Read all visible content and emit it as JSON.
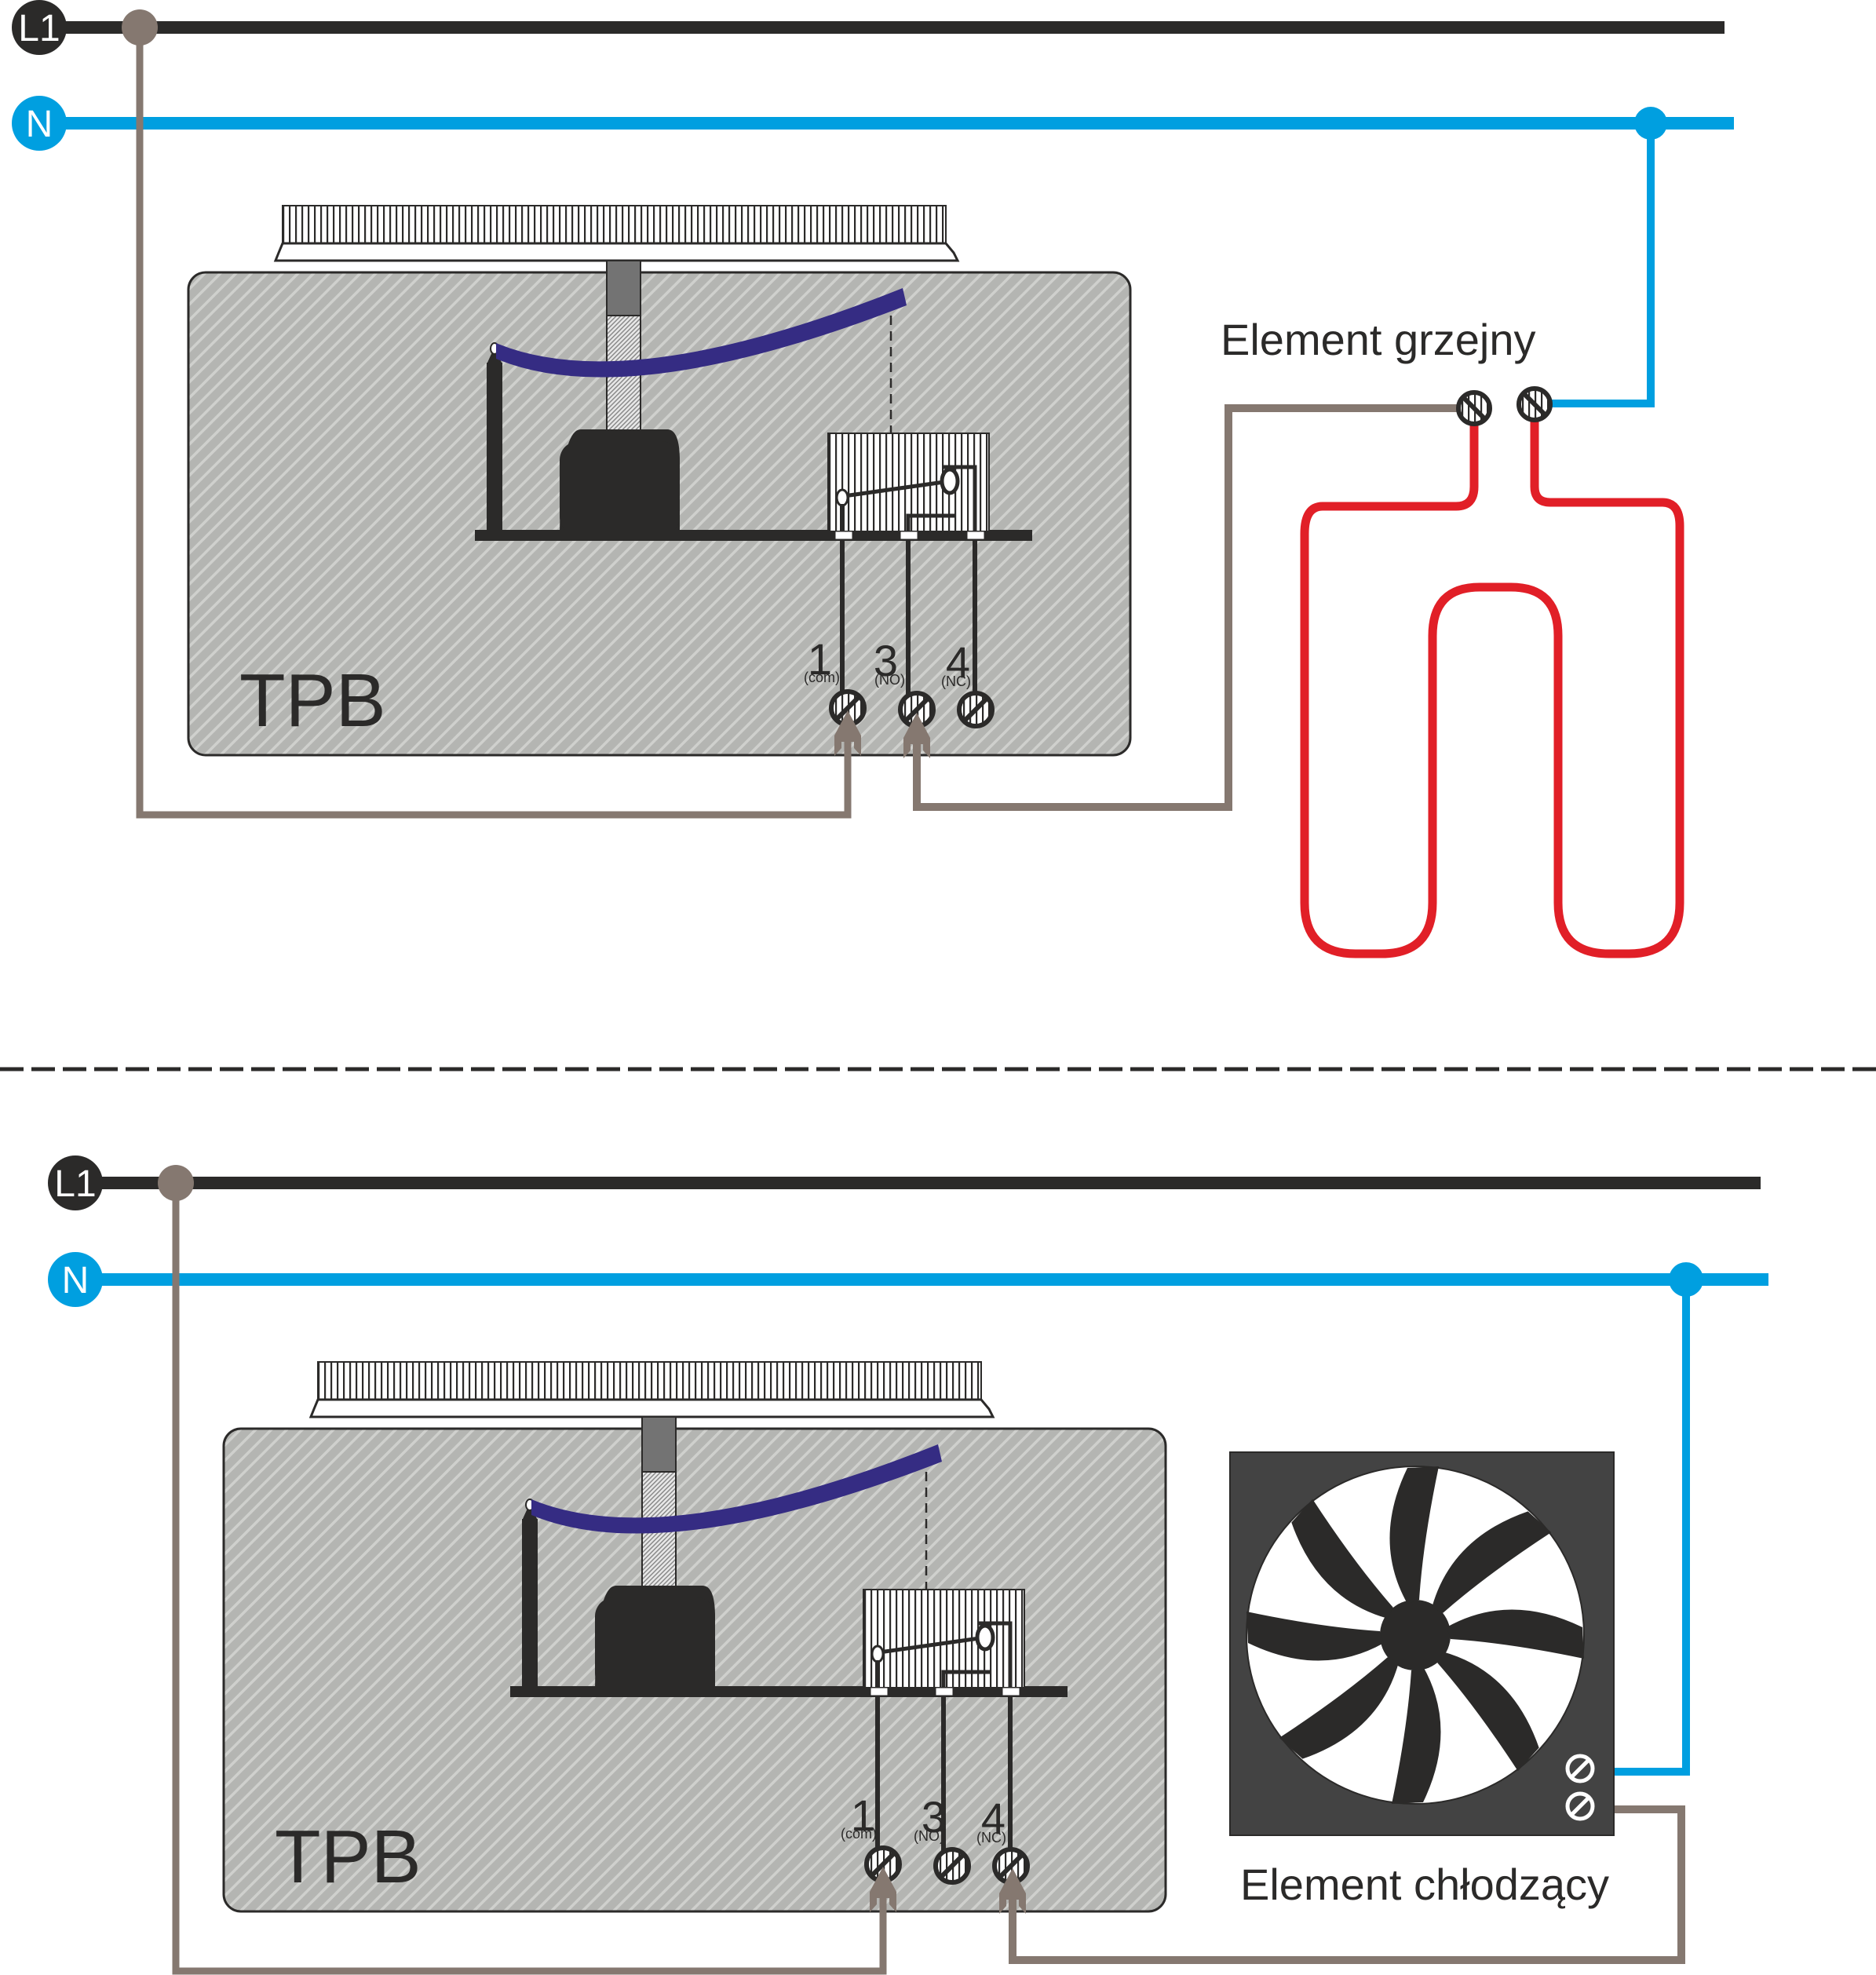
{
  "colors": {
    "phase": "#2b2a29",
    "neutral": "#009fe0",
    "wire": "#857870",
    "heater": "#e11f27",
    "bimetal": "#352c83",
    "housing": "#b4b5b2",
    "fan_frame": "#434343"
  },
  "top_diagram": {
    "bus_l1_label": "L1",
    "bus_n_label": "N",
    "device_label": "TPB",
    "terminals": [
      {
        "number": "1",
        "function": "(com)"
      },
      {
        "number": "3",
        "function": "(NO)"
      },
      {
        "number": "4",
        "function": "(NC)"
      }
    ],
    "load_label": "Element grzejny",
    "load_type": "heater-coil",
    "connected_terminals": [
      "1",
      "3"
    ]
  },
  "bottom_diagram": {
    "bus_l1_label": "L1",
    "bus_n_label": "N",
    "device_label": "TPB",
    "terminals": [
      {
        "number": "1",
        "function": "(com)"
      },
      {
        "number": "3",
        "function": "(NO)"
      },
      {
        "number": "4",
        "function": "(NC)"
      }
    ],
    "load_label": "Element chłodzący",
    "load_type": "fan",
    "connected_terminals": [
      "1",
      "4"
    ]
  }
}
